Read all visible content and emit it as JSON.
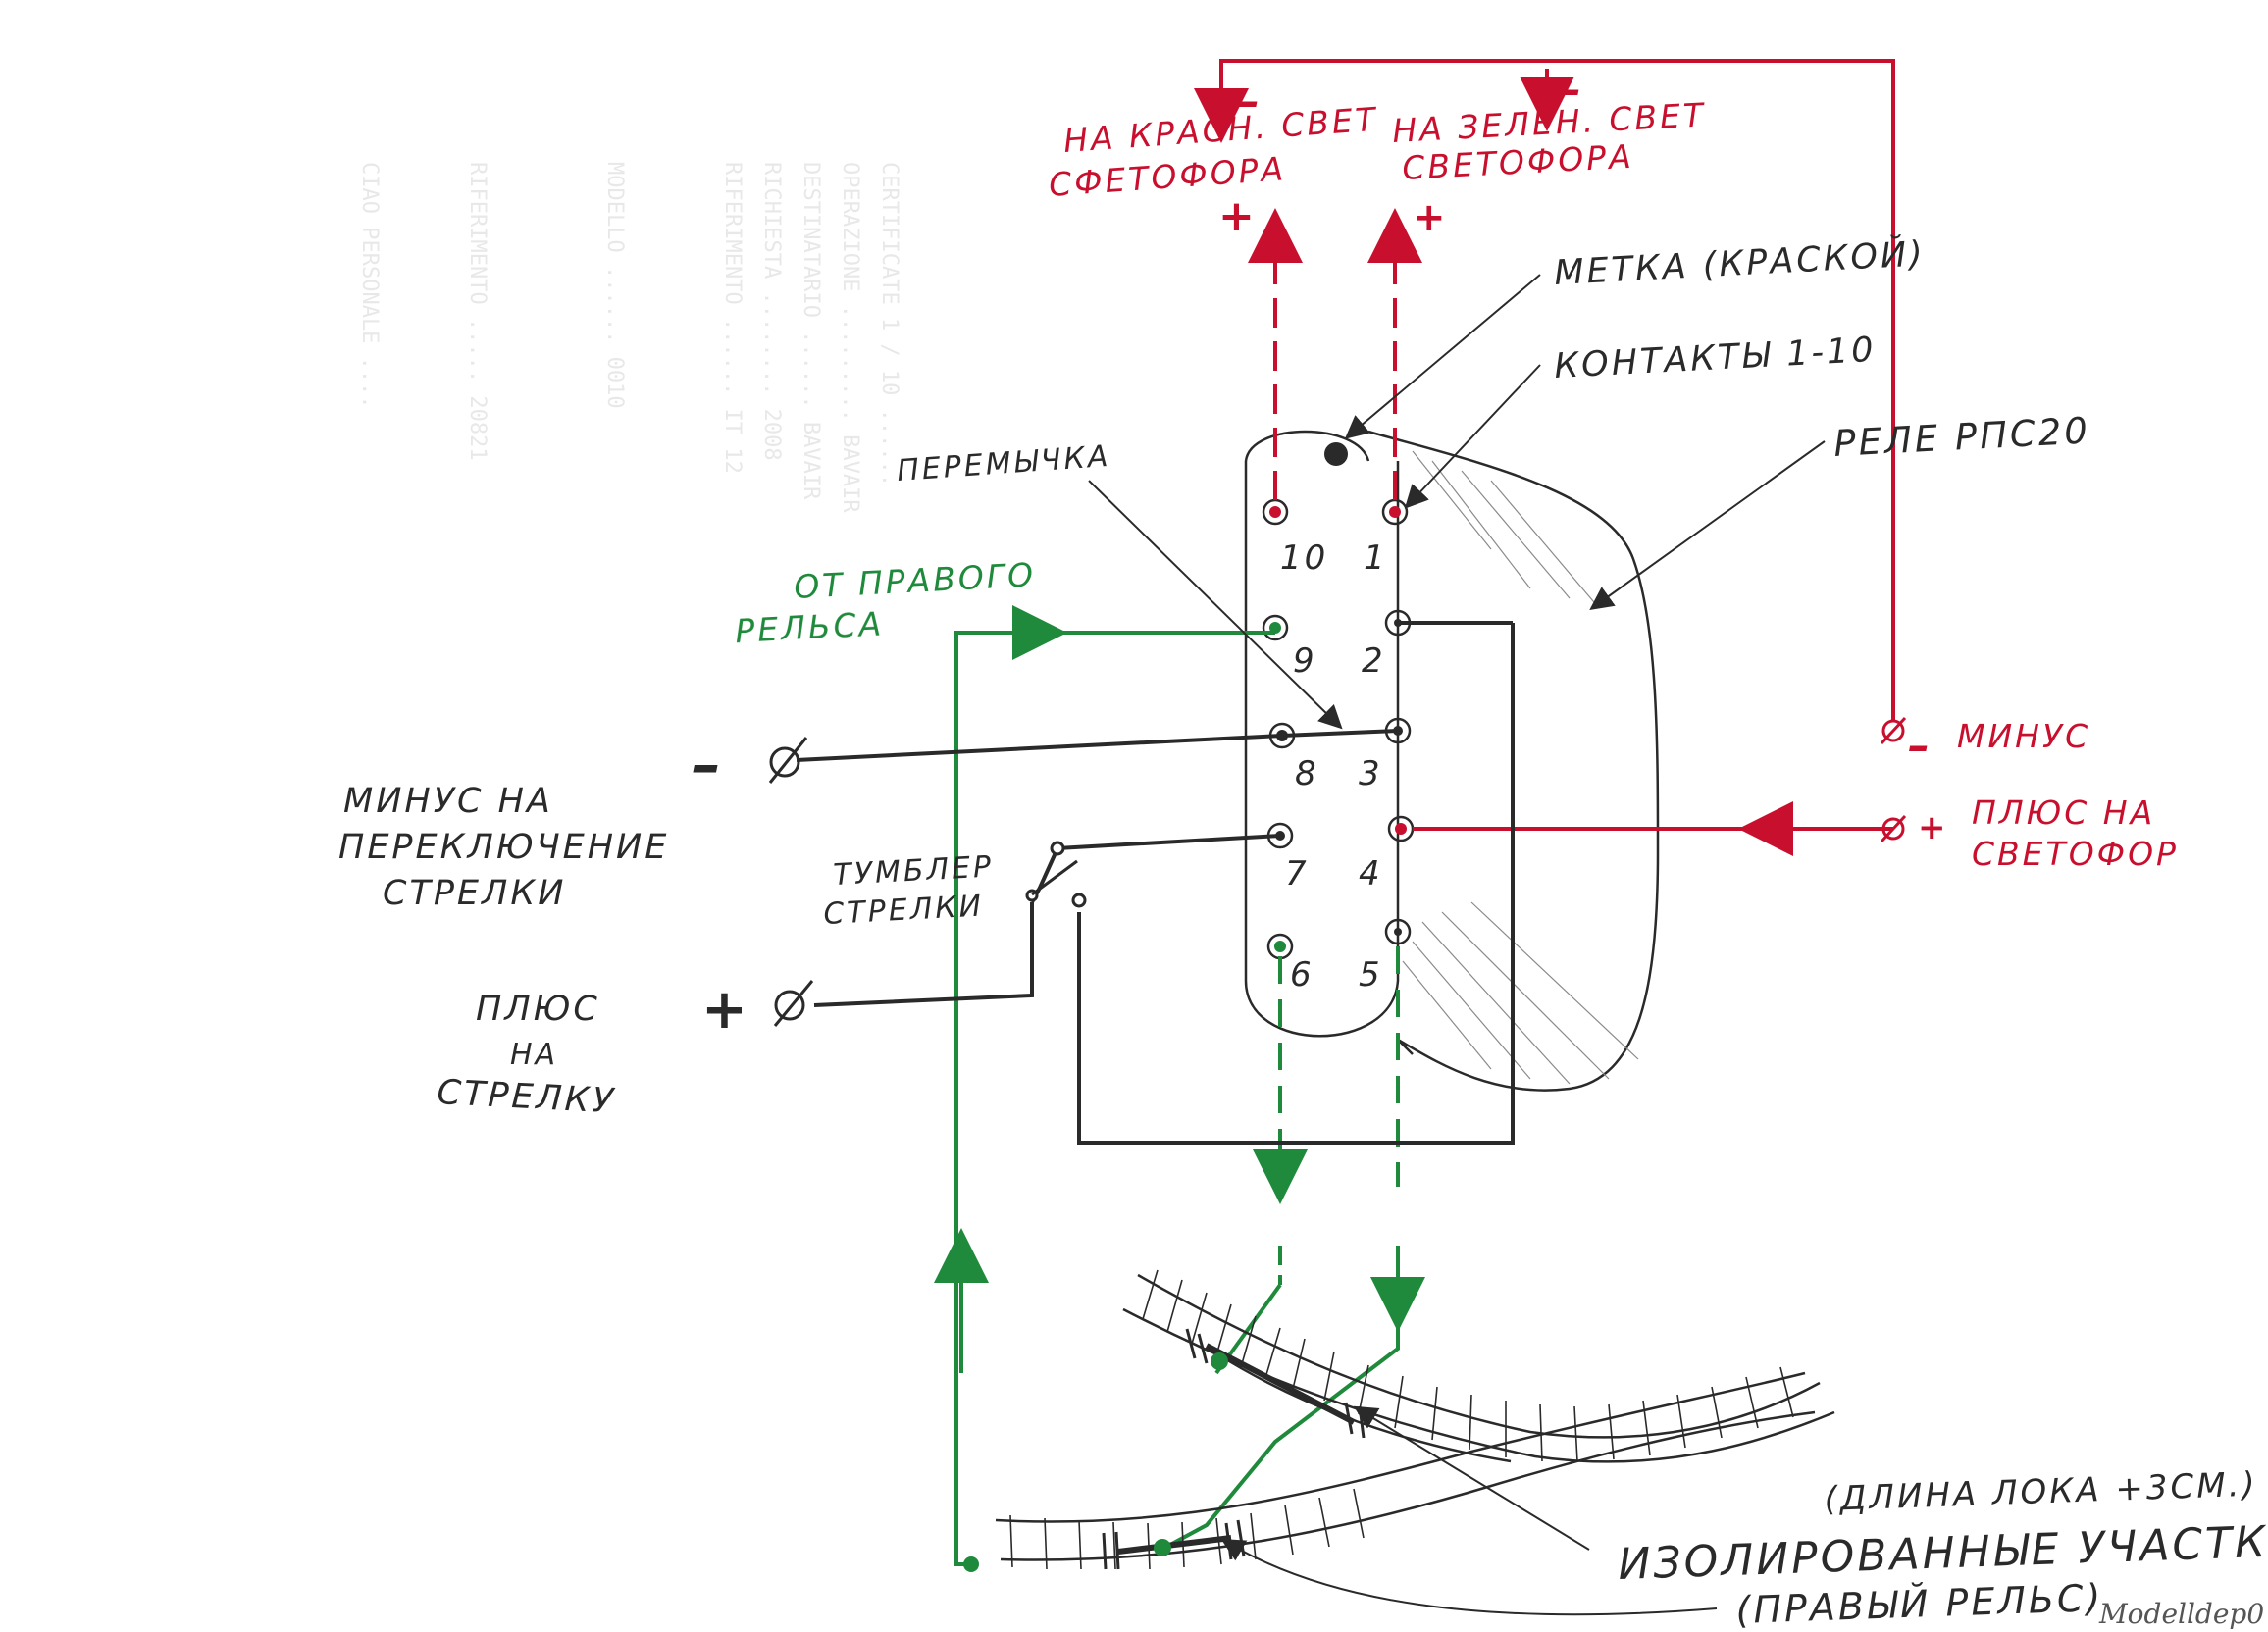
{
  "colors": {
    "red": "#c8102e",
    "green": "#1f8a3b",
    "dark": "#2a2a2a",
    "paper": "#ffffff"
  },
  "labels": {
    "red_signal_1": "НА КРАСН. СВЕТ",
    "red_signal_2": "СФЕТОФОРА",
    "green_signal_1": "НА ЗЕЛЕН. СВЕТ",
    "green_signal_2": "СВЕТОФОРА",
    "mark": "МЕТКА (КРАСКОЙ)",
    "contacts": "КОНТАКТЫ 1-10",
    "relay": "РЕЛЕ РПС20",
    "jumper": "ПЕРЕМЫЧКА",
    "from_right_rail_1": "ОТ ПРАВОГО",
    "from_right_rail_2": "РЕЛЬСА",
    "minus_switch_1": "МИНУС НА",
    "minus_switch_2": "ПЕРЕКЛЮЧЕНИЕ",
    "minus_switch_3": "СТРЕЛКИ",
    "toggle_1": "ТУМБЛЕР",
    "toggle_2": "СТРЕЛКИ",
    "plus_switch_1": "ПЛЮС",
    "plus_switch_2": "НА",
    "plus_switch_3": "СТРЕЛКУ",
    "minus_right": "МИНУС",
    "plus_signal_1": "ПЛЮС НА",
    "plus_signal_2": "СВЕТОФОР",
    "isolated_length": "(ДЛИНА ЛОКА +3СМ.)",
    "isolated_1": "ИЗОЛИРОВАННЫЕ УЧАСТКИ",
    "isolated_2": "(ПРАВЫЙ РЕЛЬС)",
    "watermark": "Modelldep0"
  },
  "terminals": {
    "minus_left_sign": "–",
    "plus_left_sign": "+",
    "minus_right_sign": "–",
    "plus_right_sign": "+",
    "red_plus": "+",
    "green_plus": "+",
    "top_minus_left": "–",
    "top_minus_right": "–"
  },
  "contacts": [
    "10",
    "1",
    "9",
    "2",
    "8",
    "3",
    "7",
    "4",
    "6",
    "5"
  ]
}
